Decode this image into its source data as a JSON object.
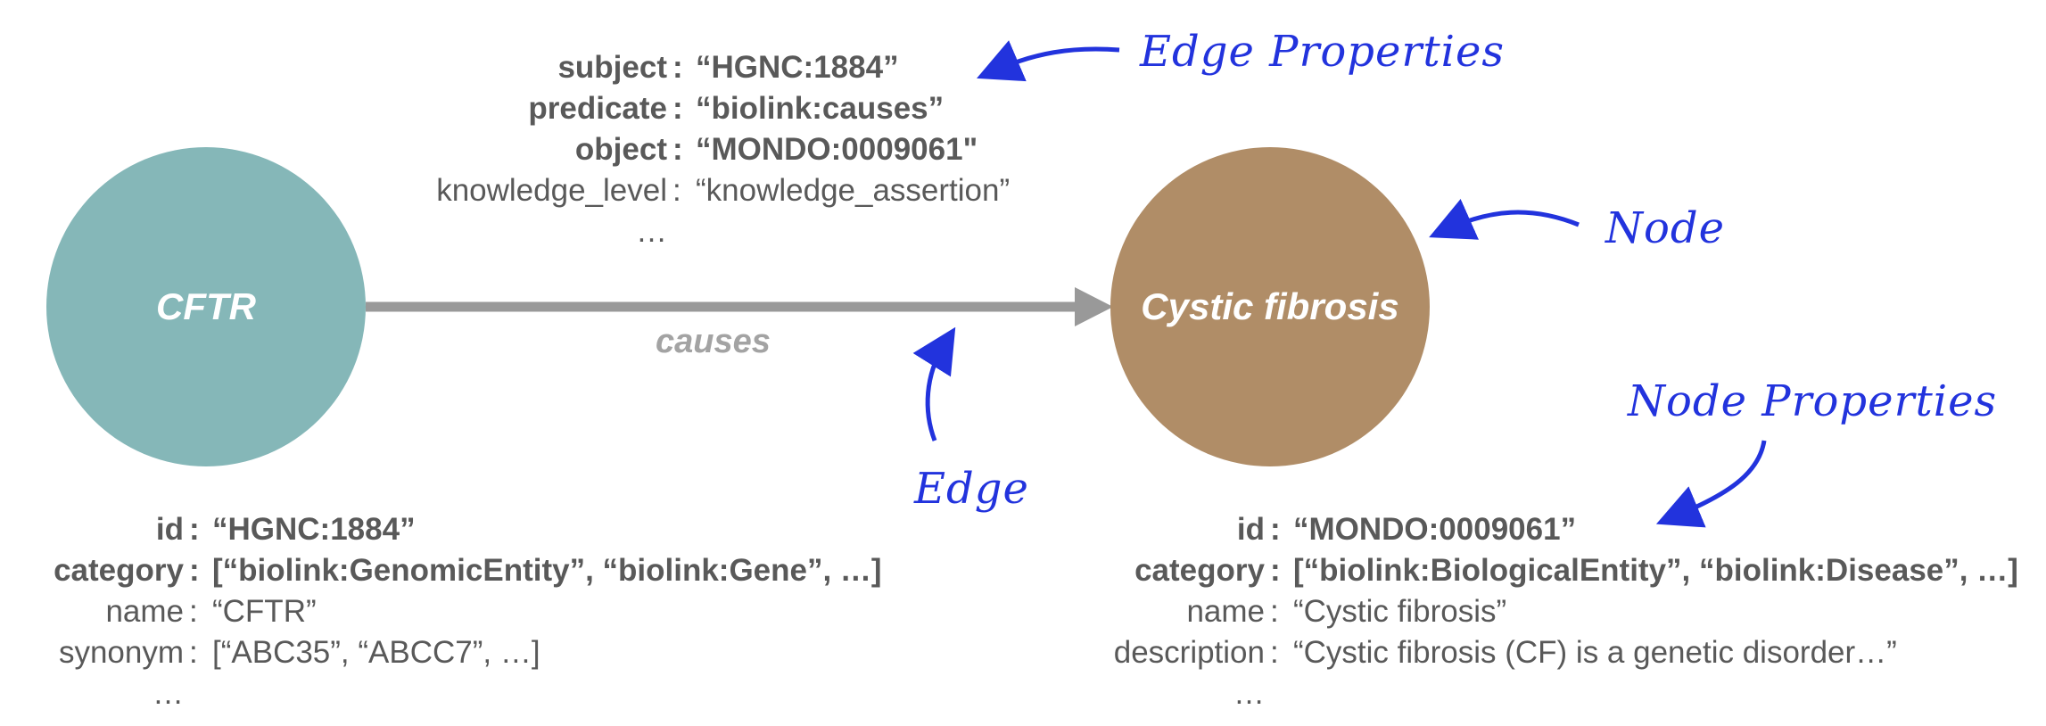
{
  "nodes": {
    "source": {
      "label": "CFTR",
      "color": "#85b7b8"
    },
    "target": {
      "label": "Cystic fibrosis",
      "color": "#b08d67"
    }
  },
  "edge": {
    "label": "causes",
    "color": "#999999"
  },
  "edge_properties": [
    {
      "key": "subject",
      "sep": ":",
      "value": "“HGNC:1884”",
      "bold": true
    },
    {
      "key": "predicate",
      "sep": ":",
      "value": "“biolink:causes”",
      "bold": true
    },
    {
      "key": "object",
      "sep": ":",
      "value": "“MONDO:0009061\"",
      "bold": true
    },
    {
      "key": "knowledge_level",
      "sep": ":",
      "value": "“knowledge_assertion”",
      "bold": false
    },
    {
      "key": "…",
      "sep": "",
      "value": "",
      "bold": false
    }
  ],
  "source_properties": [
    {
      "key": "id",
      "sep": ":",
      "value": "“HGNC:1884”",
      "bold": true
    },
    {
      "key": "category",
      "sep": ":",
      "value": "[“biolink:GenomicEntity”, “biolink:Gene”, …]",
      "bold": true
    },
    {
      "key": "name",
      "sep": ":",
      "value": "“CFTR”",
      "bold": false
    },
    {
      "key": "synonym",
      "sep": ":",
      "value": "[“ABC35”, “ABCC7”, …]",
      "bold": false
    },
    {
      "key": "…",
      "sep": "",
      "value": "",
      "bold": false
    }
  ],
  "target_properties": [
    {
      "key": "id",
      "sep": ":",
      "value": "“MONDO:0009061”",
      "bold": true
    },
    {
      "key": "category",
      "sep": ":",
      "value": "[“biolink:BiologicalEntity”, “biolink:Disease”, …]",
      "bold": true
    },
    {
      "key": "name",
      "sep": ":",
      "value": "“Cystic fibrosis”",
      "bold": false
    },
    {
      "key": "description",
      "sep": ":",
      "value": "“Cystic fibrosis (CF) is a genetic disorder…”",
      "bold": false
    },
    {
      "key": "…",
      "sep": "",
      "value": "",
      "bold": false
    }
  ],
  "annotations": {
    "edge_properties": "Edge Properties",
    "node": "Node",
    "node_properties": "Node Properties",
    "edge": "Edge",
    "color": "#2233dd"
  }
}
